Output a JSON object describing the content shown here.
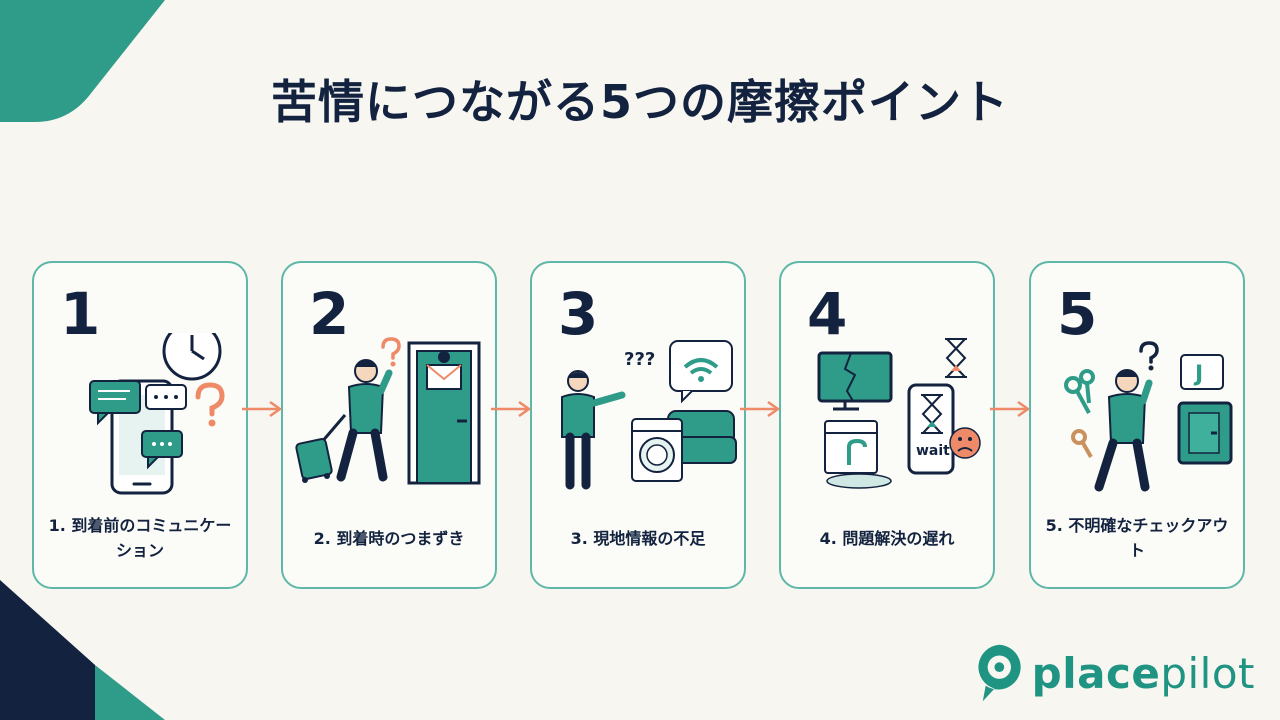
{
  "title": "苦情につながる5つの摩擦ポイント",
  "steps": [
    {
      "number": "1",
      "label": "1. 到着前のコミュニケーション"
    },
    {
      "number": "2",
      "label": "2. 到着時のつまずき"
    },
    {
      "number": "3",
      "label": "3. 現地情報の不足"
    },
    {
      "number": "4",
      "label": "4. 問題解決の遅れ"
    },
    {
      "number": "5",
      "label": "5. 不明確なチェックアウト"
    }
  ],
  "illustrations": {
    "step3_bubble": "???",
    "step4_screen": "wait",
    "step5_sign": "J"
  },
  "logo": {
    "bold": "place",
    "light": "pilot"
  },
  "colors": {
    "navy": "#13233f",
    "teal": "#2f9c89",
    "card_border": "#5fb7a8",
    "arrow": "#ee8a67",
    "background": "#f7f6f1"
  },
  "icons": [
    "chat-icon",
    "clock-icon",
    "question-icon",
    "person-icon",
    "suitcase-icon",
    "door-icon",
    "wifi-icon",
    "washing-machine-icon",
    "sofa-icon",
    "cracked-tv-icon",
    "hourglass-icon",
    "sad-face-icon",
    "leaking-sink-icon",
    "keys-icon",
    "lockbox-icon"
  ]
}
